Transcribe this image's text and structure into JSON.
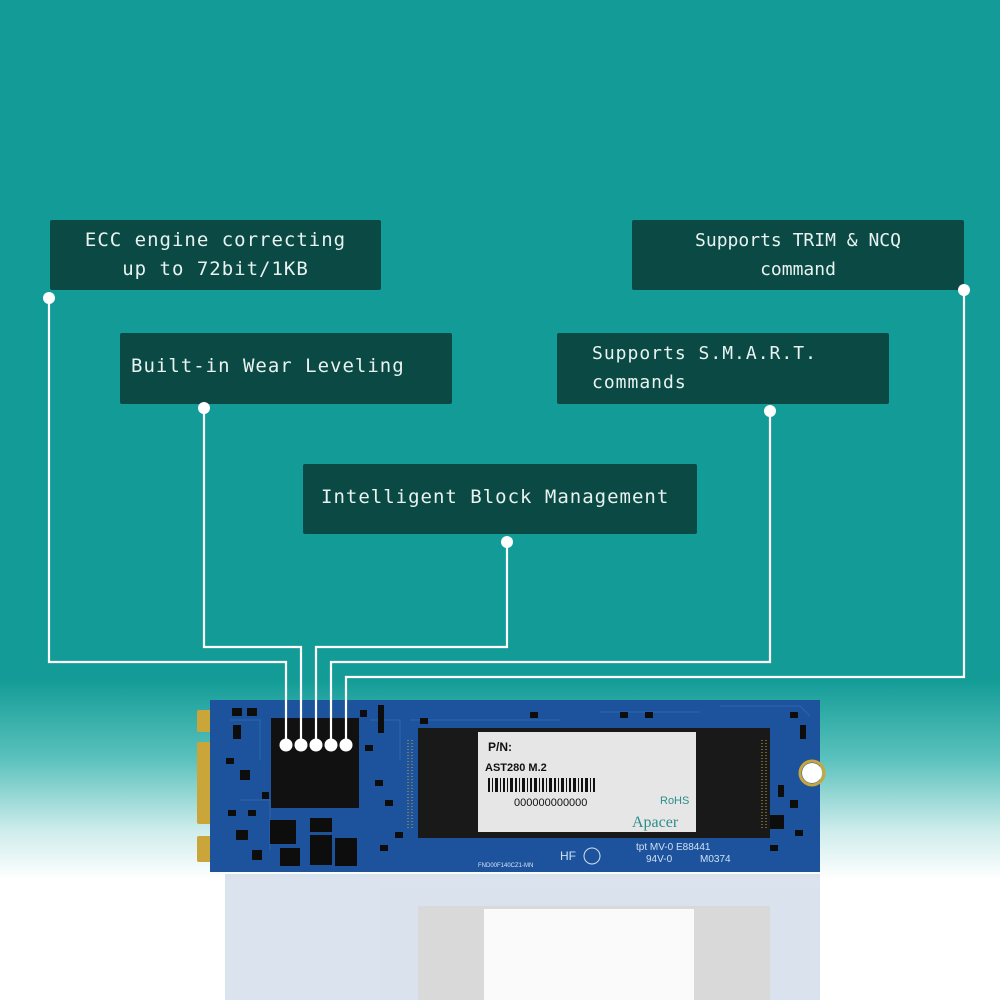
{
  "features": {
    "ecc": [
      "ECC engine correcting",
      "up to 72bit/1KB"
    ],
    "wear_leveling": "Built-in Wear Leveling",
    "block_management": "Intelligent Block Management",
    "smart": [
      "Supports S.M.A.R.T.",
      "commands"
    ],
    "trim_ncq": [
      "Supports TRIM & NCQ",
      "command"
    ]
  },
  "ssd_label": {
    "pn_label": "P/N:",
    "model": "AST280 M.2",
    "serial": "000000000000",
    "rohs": "RoHS",
    "brand": "Apacer"
  },
  "pcb_markings": {
    "line1": "tpt MV-0 E88441",
    "line2": "94V-0",
    "line3": "M0374",
    "hf": "HF",
    "part_code": "FND00F140CZ1-MN"
  },
  "colors": {
    "background": "#139c97",
    "box": "#0b4a44",
    "pcb": "#1b4f96",
    "line": "#ffffff"
  }
}
